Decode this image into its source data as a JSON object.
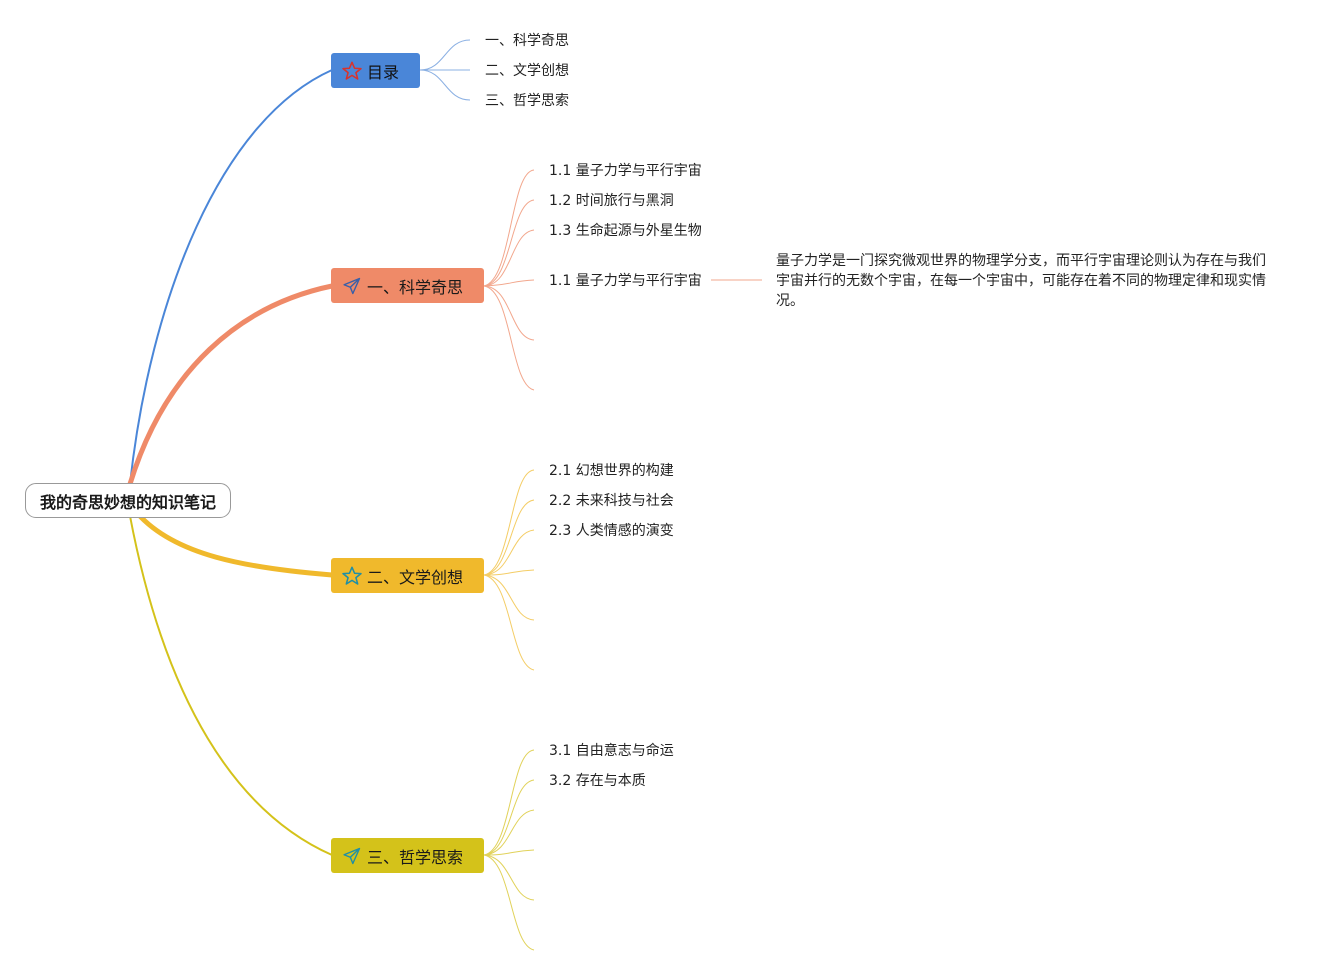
{
  "root": {
    "label": "我的奇思妙想的知识笔记"
  },
  "toc": {
    "label": "目录",
    "color": "#4a86d8",
    "icon": "star-icon",
    "items": [
      "一、科学奇思",
      "二、文学创想",
      "三、哲学思索"
    ]
  },
  "branches": [
    {
      "label": "一、科学奇思",
      "color": "#ef8a68",
      "icon": "paper-plane-icon",
      "items": [
        "1.1 量子力学与平行宇宙",
        "1.2 时间旅行与黑洞",
        "1.3 生命起源与外星生物",
        "1.1 量子力学与平行宇宙"
      ],
      "note": "量子力学是一门探究微观世界的物理学分支，而平行宇宙理论则认为存在与我们宇宙并行的无数个宇宙，在每一个宇宙中，可能存在着不同的物理定律和现实情况。"
    },
    {
      "label": "二、文学创想",
      "color": "#f0b92c",
      "icon": "star-icon",
      "items": [
        "2.1 幻想世界的构建",
        "2.2 未来科技与社会",
        "2.3 人类情感的演变"
      ]
    },
    {
      "label": "三、哲学思索",
      "color": "#d4c21a",
      "icon": "paper-plane-icon",
      "items": [
        "3.1 自由意志与命运",
        "3.2 存在与本质"
      ]
    }
  ]
}
